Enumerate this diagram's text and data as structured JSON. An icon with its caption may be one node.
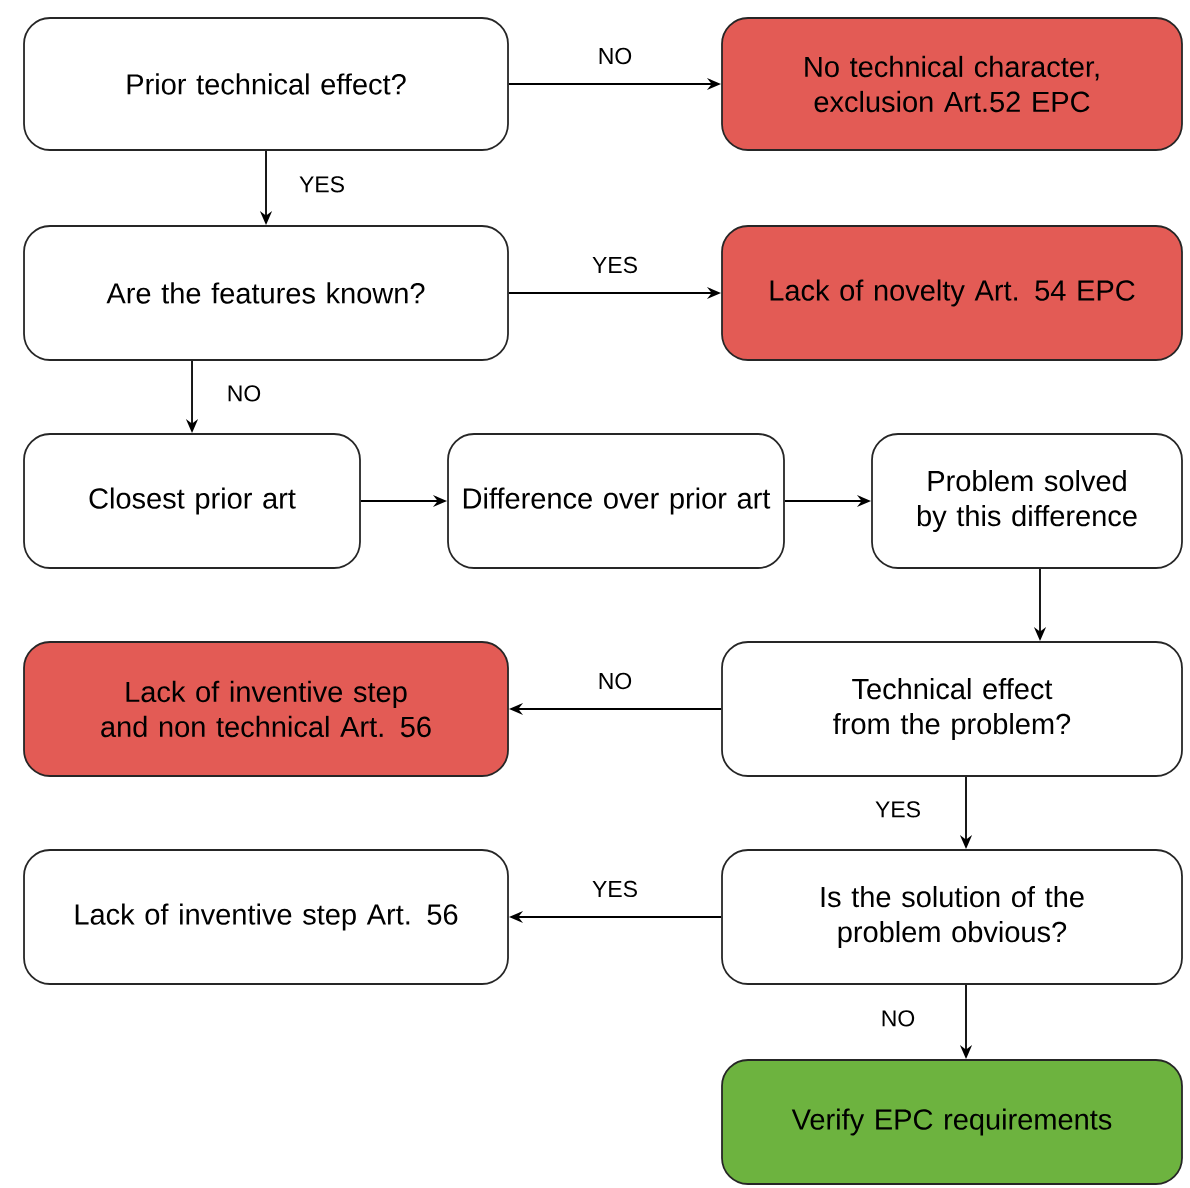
{
  "diagram": {
    "nodes": [
      {
        "text": [
          "Prior technical effect?"
        ]
      },
      {
        "text": [
          "No technical character, exclusion Art.52 EPC"
        ]
      },
      {
        "text": [
          "Are the features known?"
        ]
      },
      {
        "text": [
          "Lack of novelty Art. 54 EPC"
        ]
      },
      {
        "text": [
          "Closest prior art"
        ]
      },
      {
        "text": [
          "Difference over prior art"
        ]
      },
      {
        "text": [
          "Problem solved by this difference"
        ]
      },
      {
        "text": [
          "Lack of inventive step and non technical Art. 56"
        ]
      },
      {
        "text": [
          "Technical effect from the problem?"
        ]
      },
      {
        "text": [
          "Lack of inventive step Art. 56"
        ]
      },
      {
        "text": [
          "Is the solution of the problem obvious?"
        ]
      },
      {
        "text": [
          "Verify EPC requirements"
        ]
      }
    ],
    "edges": [
      {
        "from": 0,
        "to": 1,
        "arrow": "to",
        "label": "NO"
      },
      {
        "from": 0,
        "to": 2,
        "arrow": "to",
        "label": "YES"
      },
      {
        "from": 2,
        "to": 3,
        "arrow": "to",
        "label": "YES"
      },
      {
        "from": 2,
        "to": 4,
        "arrow": "to",
        "label": "NO"
      },
      {
        "from": 4,
        "to": 5,
        "arrow": "to"
      },
      {
        "from": 5,
        "to": 6,
        "arrow": "to"
      },
      {
        "from": 6,
        "to": 8,
        "arrow": "to"
      },
      {
        "from": 8,
        "to": 7,
        "arrow": "to",
        "label": "NO"
      },
      {
        "from": 8,
        "to": 10,
        "arrow": "to",
        "label": "YES"
      },
      {
        "from": 10,
        "to": 9,
        "arrow": "to",
        "label": "YES"
      },
      {
        "from": 10,
        "to": 11,
        "arrow": "to",
        "label": "NO"
      }
    ]
  }
}
